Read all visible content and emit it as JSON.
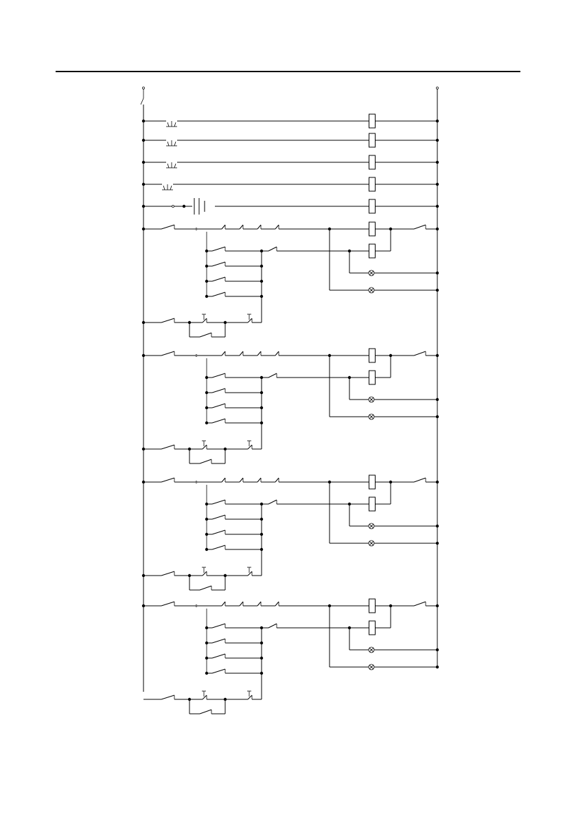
{
  "page": {
    "colors": {
      "ink": "#000000",
      "paper": "#ffffff",
      "rule": "#000000"
    }
  },
  "diagram": {
    "type": "ladder-wiring-diagram",
    "rails": [
      "left-power-rail",
      "right-power-rail"
    ],
    "upper_rungs": [
      {
        "contact": "timed-contact",
        "coil": "relay-coil"
      },
      {
        "contact": "timed-contact",
        "coil": "relay-coil"
      },
      {
        "contact": "timed-contact",
        "coil": "relay-coil"
      },
      {
        "contact": "timed-contact",
        "coil": "relay-coil"
      },
      {
        "contact": "capacitor-contact",
        "coil": "relay-coil"
      }
    ],
    "control_groups": 4,
    "group_parts": {
      "series_contacts": 4,
      "parallel_branch_contacts": 4,
      "coils": 2,
      "indicator_lamps": 2,
      "pushbuttons": 2
    },
    "icons": [
      "relay-coil-icon",
      "indicator-lamp-icon",
      "pushbutton-icon",
      "switch-contact-icon",
      "junction-dot-icon"
    ]
  }
}
